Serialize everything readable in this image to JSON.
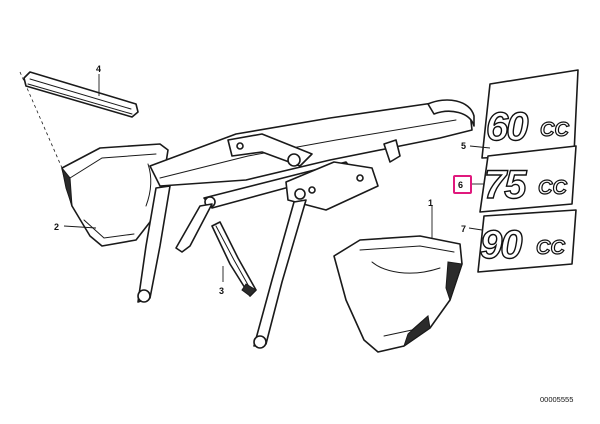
{
  "callouts": {
    "c1": "1",
    "c2": "2",
    "c3": "3",
    "c4": "4",
    "c5": "5",
    "c6": "6",
    "c7": "7"
  },
  "badges": {
    "b60": {
      "number": "60",
      "suffix": "CC"
    },
    "b75": {
      "number": "75",
      "suffix": "CC"
    },
    "b90": {
      "number": "90",
      "suffix": "CC"
    }
  },
  "highlight_color": "#e0197d",
  "diagram_id": "00005555"
}
